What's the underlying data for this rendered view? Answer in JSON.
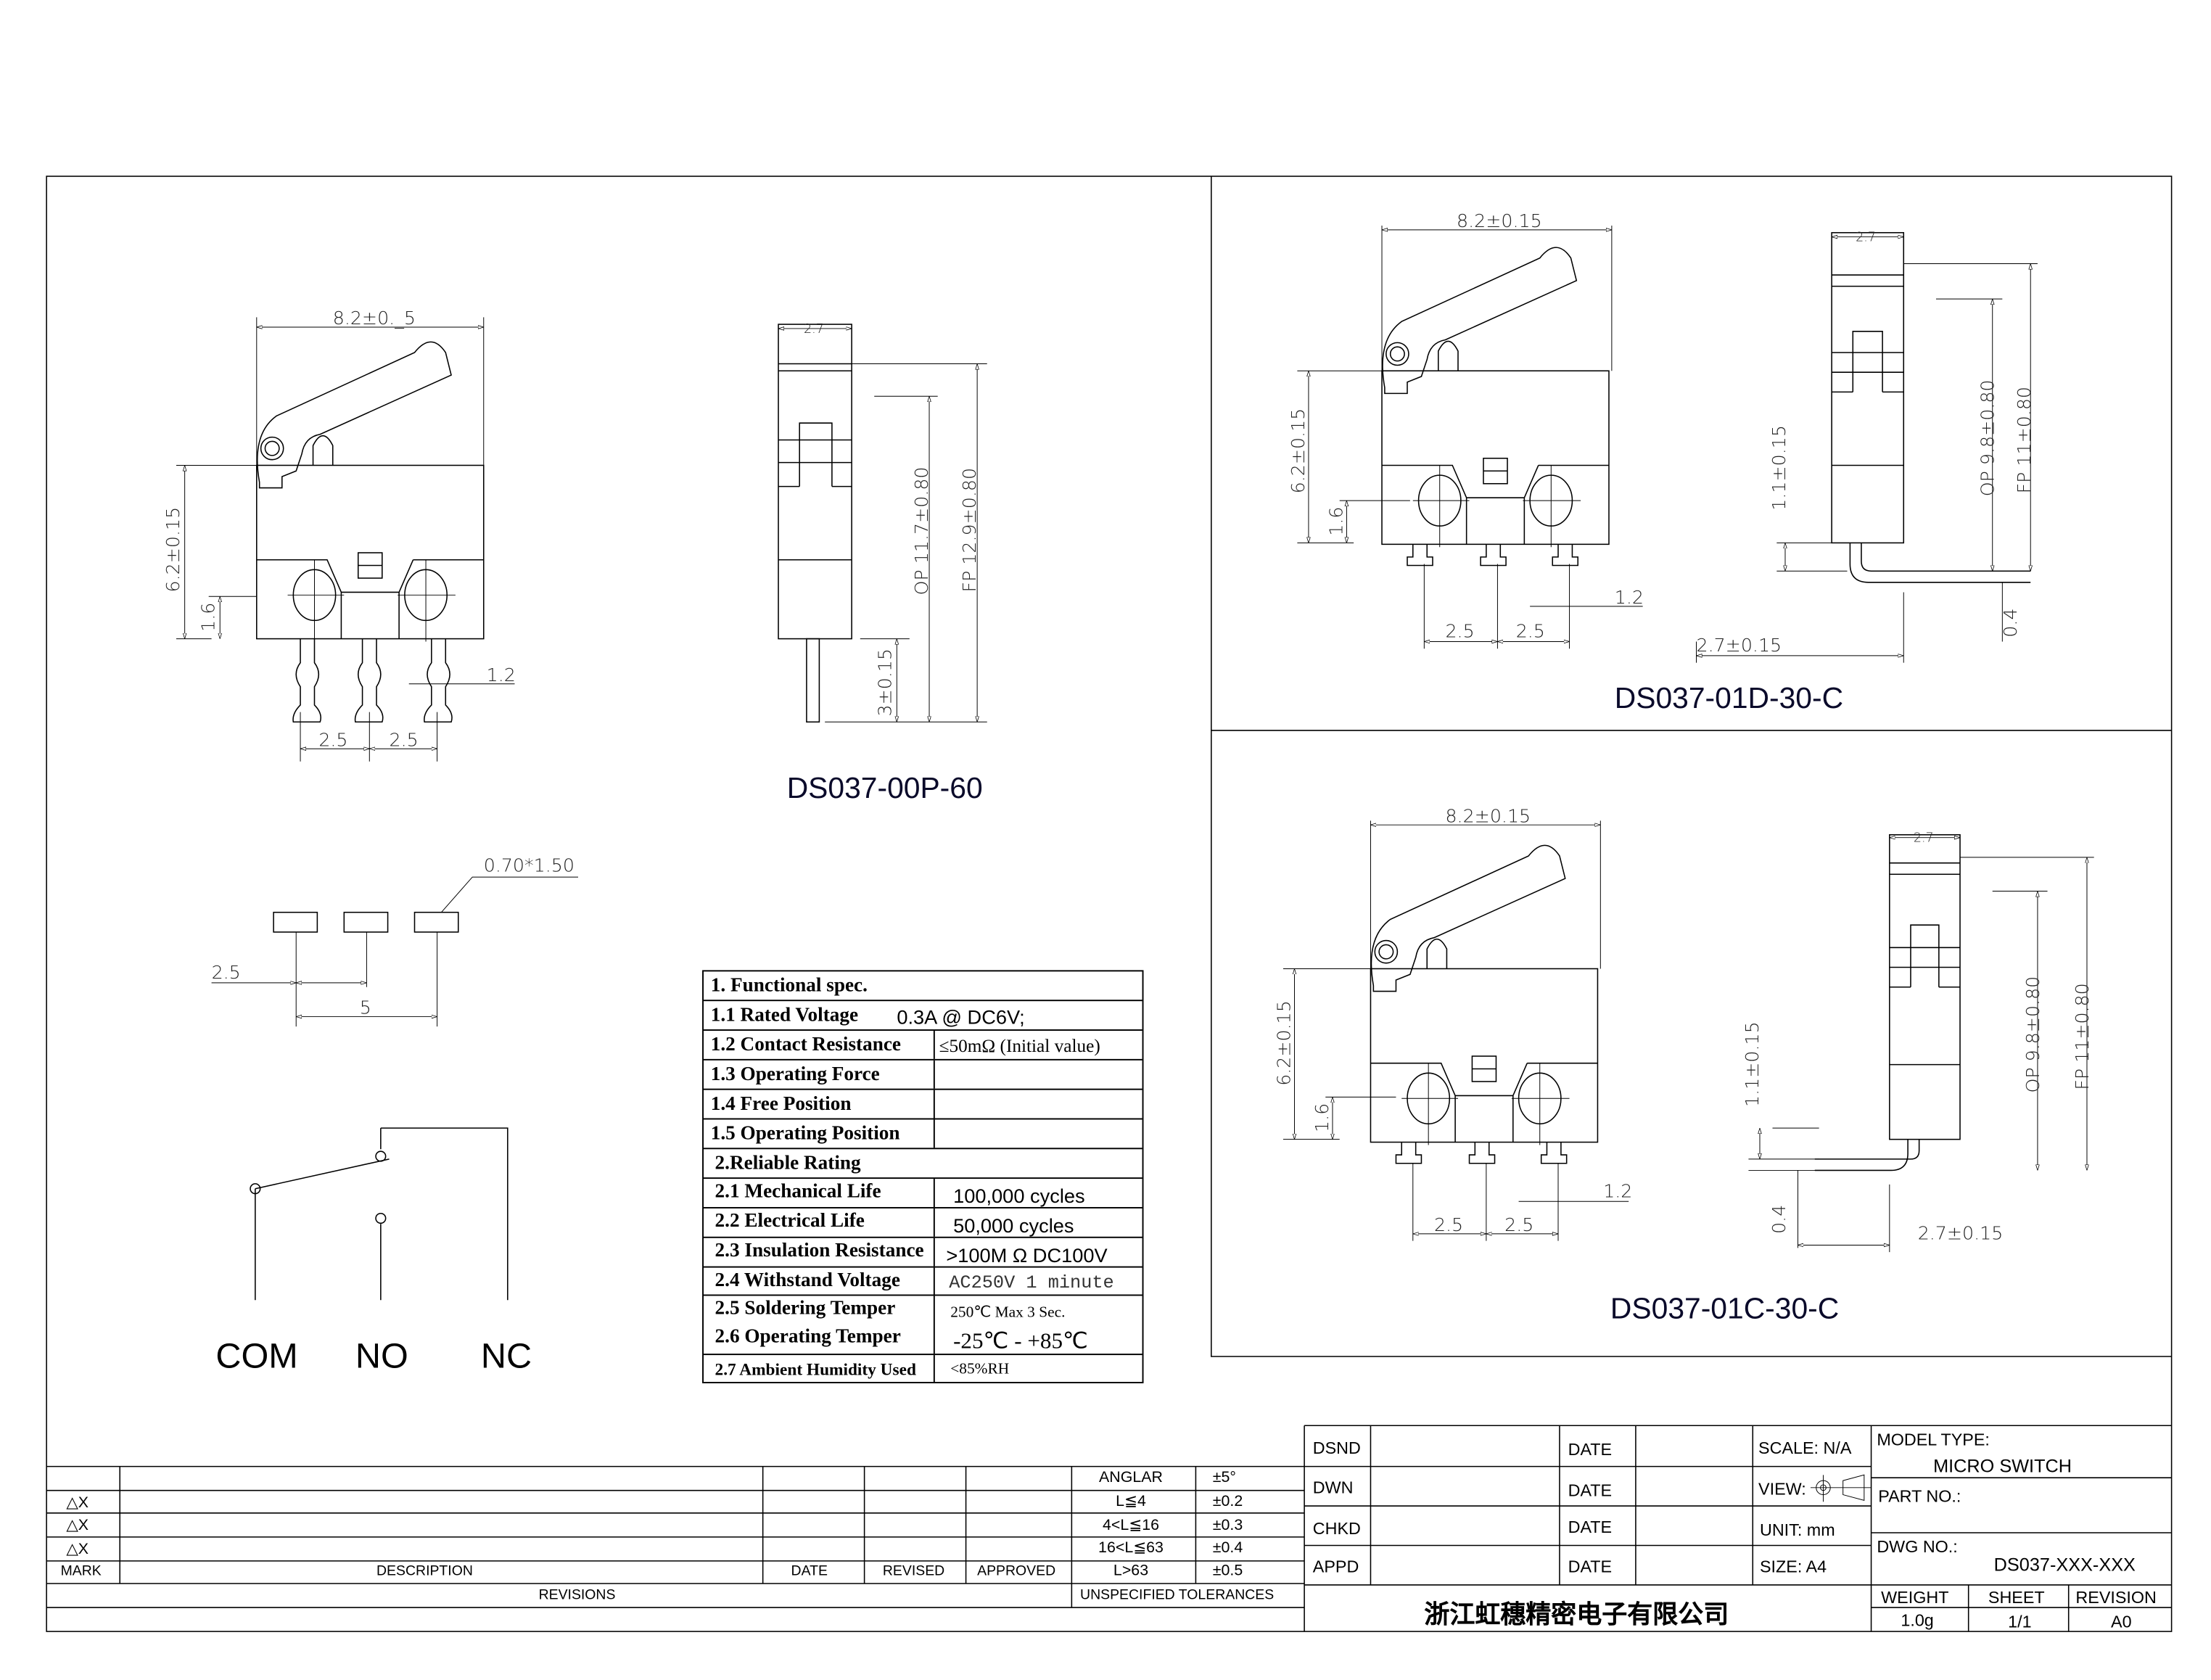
{
  "views": [
    {
      "title": "DS037-00P-60",
      "width": "8.2±0._5",
      "height": "6.2±0.15",
      "pin_offset": "1.6",
      "pin_width": "1.2",
      "pitch_a": "2.5",
      "pitch_b": "2.5",
      "thickness": "2.7",
      "op": "OP  11.7±0.80",
      "fp": "FP  12.9±0.80",
      "pin_length": "3±0.15"
    },
    {
      "title": "DS037-01D-30-C",
      "width": "8.2±0.15",
      "height": "6.2±0.15",
      "pin_offset": "1.6",
      "pin_width": "1.2",
      "pitch_a": "2.5",
      "pitch_b": "2.5",
      "thickness": "2.7",
      "op": "OP  9.8±0.80",
      "fp": "FP  11±0.80",
      "pin_height": "1.1±0.15",
      "pin_thickness": "0.4",
      "pin_reach": "2.7±0.15"
    },
    {
      "title": "DS037-01C-30-C",
      "width": "8.2±0.15",
      "height": "6.2±0.15",
      "pin_offset": "1.6",
      "pin_width": "1.2",
      "pitch_a": "2.5",
      "pitch_b": "2.5",
      "thickness": "2.7",
      "op": "OP  9.8±0.80",
      "fp": "FP  11±0.80",
      "pin_height": "1.1±0.15",
      "pin_thickness": "0.4",
      "pin_reach": "2.7±0.15"
    }
  ],
  "footprint": {
    "pad_size": "0.70*1.50",
    "pitch": "2.5",
    "span": "5"
  },
  "schematic": {
    "com": "COM",
    "no": "NO",
    "nc": "NC"
  },
  "spec_table": {
    "rows": [
      {
        "label": "1. Functional spec.",
        "value": ""
      },
      {
        "label": "1.1 Rated Voltage",
        "value": "0.3A @ DC6V;"
      },
      {
        "label": "1.2 Contact Resistance",
        "value": "≤50mΩ (Initial value)"
      },
      {
        "label": "1.3 Operating Force",
        "value": ""
      },
      {
        "label": "1.4 Free Position",
        "value": ""
      },
      {
        "label": "1.5 Operating Position",
        "value": ""
      },
      {
        "label": "2.Reliable Rating",
        "value": ""
      },
      {
        "label": "2.1 Mechanical Life",
        "value": "100,000 cycles"
      },
      {
        "label": "2.2 Electrical Life",
        "value": "50,000 cycles"
      },
      {
        "label": "2.3 Insulation Resistance",
        "value": ">100M Ω DC100V"
      },
      {
        "label": "2.4 Withstand Voltage",
        "value": "AC250V 1 minute"
      },
      {
        "label": "2.5 Soldering Temper",
        "value": "250℃ Max 3 Sec."
      },
      {
        "label": "2.6 Operating Temper",
        "value": "-25℃ - +85℃"
      },
      {
        "label": "2.7 Ambient Humidity Used",
        "value": "<85%RH"
      }
    ]
  },
  "revisions": {
    "marks": [
      "△X",
      "△X",
      "△X"
    ],
    "headers": {
      "mark": "MARK",
      "description": "DESCRIPTION",
      "date": "DATE",
      "revised": "REVISED",
      "approved": "APPROVED"
    },
    "footer": "REVISIONS"
  },
  "tolerances": {
    "rows": [
      {
        "range": "ANGLAR",
        "tol": "±5°"
      },
      {
        "range": "L≦4",
        "tol": "±0.2"
      },
      {
        "range": "4<L≦16",
        "tol": "±0.3"
      },
      {
        "range": "16<L≦63",
        "tol": "±0.4"
      },
      {
        "range": "L>63",
        "tol": "±0.5"
      }
    ],
    "footer": "UNSPECIFIED TOLERANCES"
  },
  "title_block": {
    "roles": [
      "DSND",
      "DWN",
      "CHKD",
      "APPD"
    ],
    "date_label": "DATE",
    "scale": "SCALE: N/A",
    "view": "VIEW:",
    "unit": "UNIT: mm",
    "size": "SIZE: A4",
    "model_type_label": "MODEL TYPE:",
    "model_type": "MICRO SWITCH",
    "part_no_label": "PART NO.:",
    "dwg_no_label": "DWG NO.:",
    "dwg_no": "DS037-XXX-XXX",
    "company": "浙江虹穗精密电子有限公司",
    "weight_label": "WEIGHT",
    "weight": "1.0g",
    "sheet_label": "SHEET",
    "sheet": "1/1",
    "revision_label": "REVISION",
    "revision": "A0"
  }
}
